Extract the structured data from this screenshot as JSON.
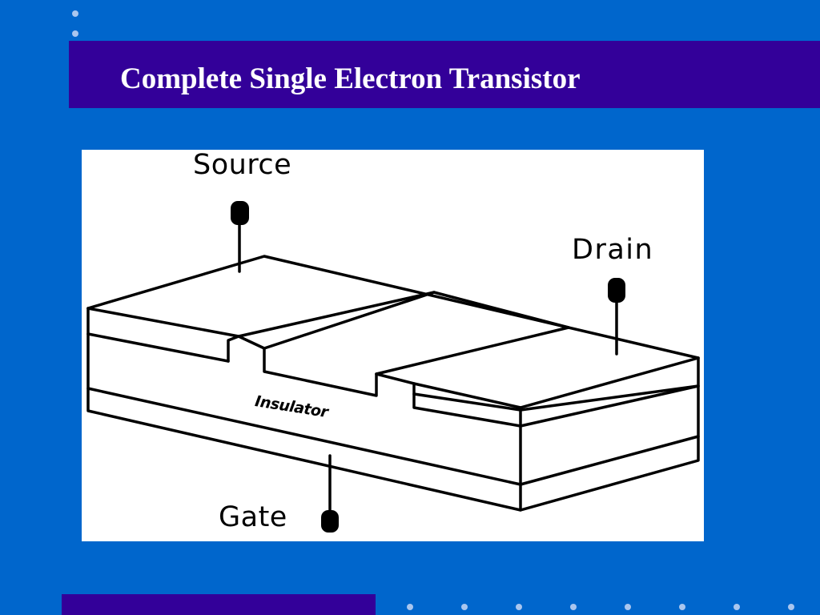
{
  "slide": {
    "title": "Complete Single Electron Transistor"
  },
  "diagram": {
    "labels": {
      "source": "Source",
      "drain": "Drain",
      "gate": "Gate",
      "insulator": "Insulator"
    }
  },
  "colors": {
    "background": "#0066cc",
    "title_bar": "#330099",
    "title_text": "#ffffff",
    "dots": "#a9c6ef",
    "figure_background": "#ffffff",
    "figure_ink": "#000000"
  }
}
